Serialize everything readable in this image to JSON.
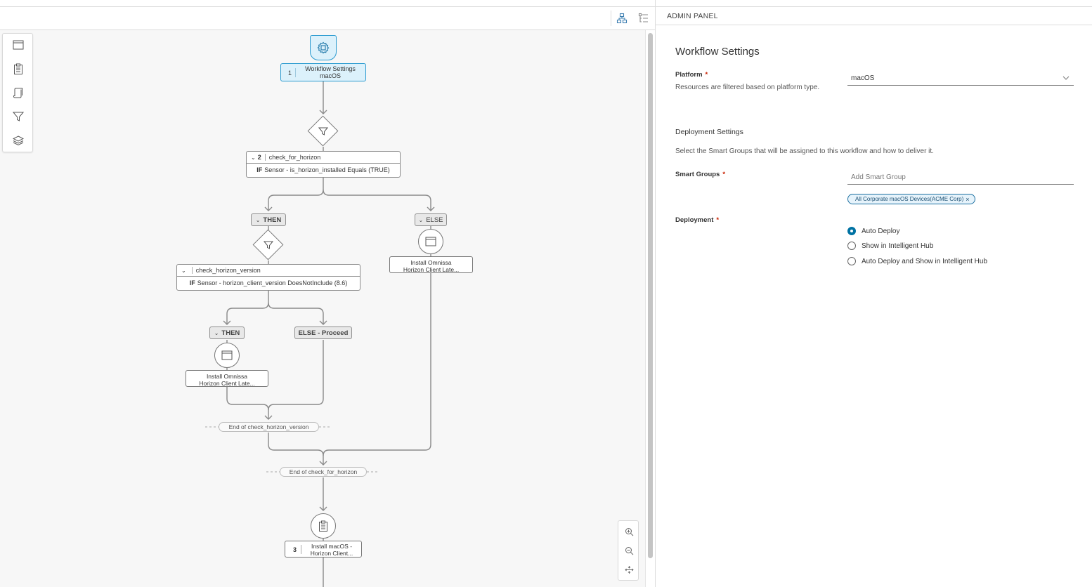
{
  "canvas": {
    "toolbar": {
      "tree_view_icon": "hierarchy-icon",
      "list_view_icon": "list-tree-icon"
    },
    "palette": [
      "app-icon",
      "clipboard-icon",
      "script-icon",
      "filter-icon",
      "layers-icon"
    ],
    "zoom": {
      "zoom_in": "zoom-in-icon",
      "zoom_out": "zoom-out-icon",
      "fit": "fit-to-screen-icon"
    },
    "nodes": {
      "settings": {
        "number": "1",
        "title": "Workflow Settings",
        "subtitle": "macOS"
      },
      "cond1": {
        "number": "2",
        "name": "check_for_horizon",
        "if_label": "IF",
        "rule": "Sensor - is_horizon_installed Equals (TRUE)"
      },
      "then1": "THEN",
      "else1": "ELSE",
      "cond2": {
        "name": "check_horizon_version",
        "if_label": "IF",
        "rule": "Sensor - horizon_client_version DoesNotInclude (8.6)"
      },
      "then2": "THEN",
      "else2": "ELSE - Proceed",
      "app_else1": {
        "line1": "Install Omnissa",
        "line2": "Horizon Client Late..."
      },
      "app_then2": {
        "line1": "Install Omnissa",
        "line2": "Horizon Client Late..."
      },
      "end2": "End of check_horizon_version",
      "end1": "End of check_for_horizon",
      "step3": {
        "number": "3",
        "line1": "Install macOS -",
        "line2": "Horizon Client..."
      }
    }
  },
  "panel": {
    "header": "ADMIN PANEL",
    "title": "Workflow Settings",
    "platform": {
      "label": "Platform",
      "required": "*",
      "help": "Resources are filtered based on platform type.",
      "value": "macOS"
    },
    "deployment_settings": {
      "title": "Deployment Settings",
      "description": "Select the Smart Groups that will be assigned to this workflow and how to deliver it."
    },
    "smart_groups": {
      "label": "Smart Groups",
      "required": "*",
      "placeholder": "Add Smart Group",
      "chips": [
        "All Corporate macOS Devices(ACME Corp)"
      ]
    },
    "deployment": {
      "label": "Deployment",
      "required": "*",
      "options": [
        "Auto Deploy",
        "Show in Intelligent Hub",
        "Auto Deploy and Show in Intelligent Hub"
      ],
      "selected": "Auto Deploy"
    }
  },
  "colors": {
    "accent": "#0072a3",
    "selected_node_fill": "#dcf1fb",
    "selected_node_border": "#2b9bd0",
    "required": "#c92100"
  }
}
